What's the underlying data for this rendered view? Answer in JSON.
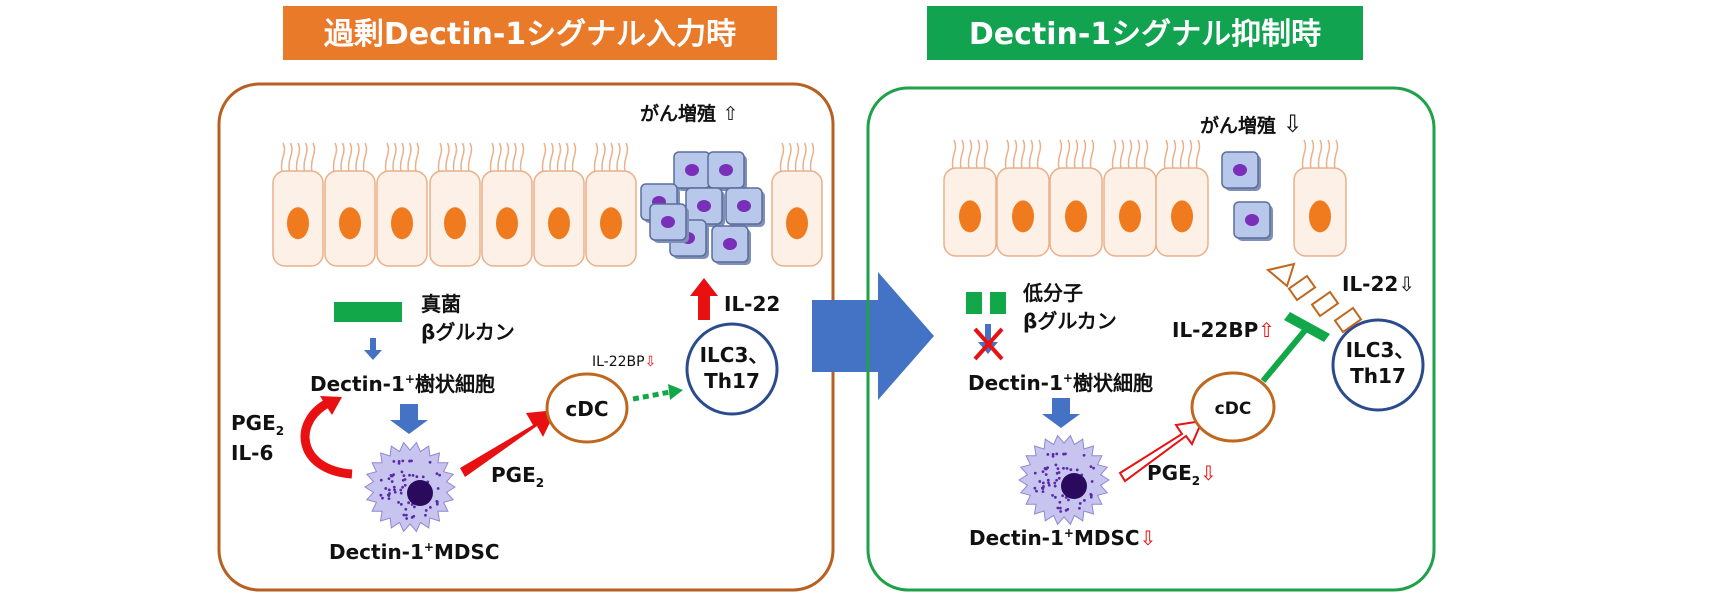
{
  "left_panel": {
    "title": "過剰Dectin-1シグナル入力時",
    "cancer_label": "がん増殖",
    "cancer_arrow": "⇧",
    "fungus_line1": "真菌",
    "fungus_line2": "βグルカン",
    "dc_label_prefix": "Dectin-1",
    "dc_label_sup": "+",
    "dc_label_suffix": "樹状細胞",
    "pge2_prefix": "PGE",
    "pge2_sub": "2",
    "il6": "IL-6",
    "pge2_arrow_prefix": "PGE",
    "pge2_arrow_sub": "2",
    "mdsc_prefix": "Dectin-1",
    "mdsc_sup": "+",
    "mdsc_suffix": "MDSC",
    "cdc": "cDC",
    "il22bp": "IL-22BP",
    "il22bp_arrow": "⇩",
    "ilc3_line1": "ILC3、",
    "ilc3_line2": "Th17",
    "il22": "IL-22"
  },
  "right_panel": {
    "title": "Dectin-1シグナル抑制時",
    "cancer_label": "がん増殖",
    "cancer_arrow": "⇩",
    "fungus_line1": "低分子",
    "fungus_line2": "βグルカン",
    "dc_label_prefix": "Dectin-1",
    "dc_label_sup": "+",
    "dc_label_suffix": "樹状細胞",
    "cdc": "cDC",
    "il22bp": "IL-22BP",
    "il22bp_arrow": "⇧",
    "ilc3_line1": "ILC3、",
    "ilc3_line2": "Th17",
    "il22": "IL-22",
    "il22_arrow": "⇩",
    "pge2_prefix": "PGE",
    "pge2_sub": "2",
    "pge2_arrow": "⇩",
    "mdsc_prefix": "Dectin-1",
    "mdsc_sup": "+",
    "mdsc_suffix": "MDSC",
    "mdsc_arrow": "⇩"
  },
  "colors": {
    "left_title_bg": "#e97a2a",
    "right_title_bg": "#11a350",
    "left_border": "#b85f22",
    "right_border": "#1fa14a",
    "epithelium_fill": "#fdf0e6",
    "epithelium_stroke": "#eab08a",
    "nucleus": "#f07a1e",
    "cancer_fill": "#b8c8ea",
    "cancer_nucleus": "#7a2fb8",
    "red_arrow": "#e81010",
    "blue_arrow": "#4472c4",
    "green": "#12a84a",
    "cdc_border": "#c0671e",
    "ilc_border": "#2b4c8c",
    "mdsc_fill": "#c8c4f0",
    "mdsc_nucleus": "#2a0a5c"
  }
}
